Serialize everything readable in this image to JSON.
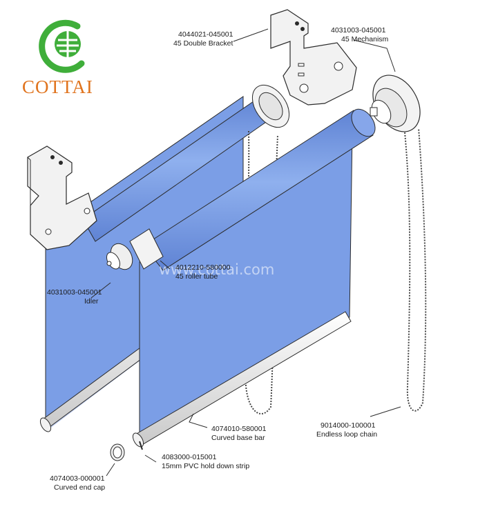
{
  "brand": {
    "name": "COTTAI",
    "color_green": "#3fae3a",
    "color_orange": "#e0731d",
    "logo_icon": "globe-c-logo-icon"
  },
  "watermark": "www.cottai.com",
  "colors": {
    "fabric": "#7b9ee6",
    "fabric_dark": "#5f83d4",
    "metal": "#f1f1f1",
    "line": "#2a2a2a"
  },
  "callouts": [
    {
      "part": "4044021-045001",
      "name": "45 Double Bracket"
    },
    {
      "part": "4031003-045001",
      "name": "45 Mechanism"
    },
    {
      "part": "4031003-045001",
      "name": "Idler"
    },
    {
      "part": "4012210-580000",
      "name": "45 roller tube"
    },
    {
      "part": "4074010-580001",
      "name": "Curved base bar"
    },
    {
      "part": "9014000-100001",
      "name": "Endless loop chain"
    },
    {
      "part": "4083000-015001",
      "name": "15mm PVC hold down strip"
    },
    {
      "part": "4074003-000001",
      "name": "Curved end cap"
    }
  ]
}
